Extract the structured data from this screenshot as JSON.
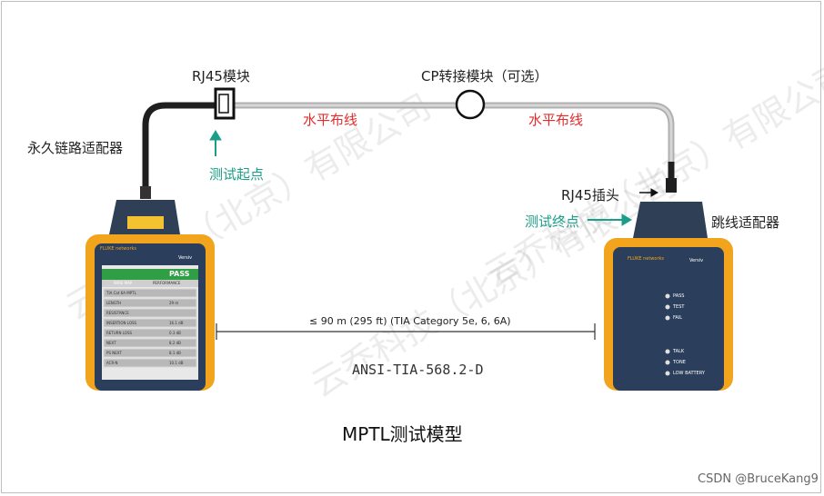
{
  "labels": {
    "rj45_module": "RJ45模块",
    "cp_module": "CP转接模块（可选）",
    "permanent_link_adapter": "永久链路适配器",
    "horizontal_left": "水平布线",
    "horizontal_right": "水平布线",
    "test_start": "测试起点",
    "rj45_plug": "RJ45插头",
    "test_end": "测试终点",
    "patch_adapter": "跳线适配器",
    "distance": "≤ 90 m (295 ft) (TIA Category 5e, 6, 6A)",
    "standard": "ANSI-TIA-568.2-D",
    "caption": "MPTL测试模型",
    "credit": "CSDN @BruceKang9"
  },
  "watermark": "云乔科技（北京）有限公司",
  "left_device": {
    "status": "PASS",
    "tabs": [
      "WIRE MAP",
      "PERFORMANCE"
    ],
    "rows": [
      "TIA Cat 6A MPTL",
      "LENGTH",
      "RESISTANCE",
      "INSERTION LOSS",
      "RETURN LOSS",
      "NEXT",
      "PS NEXT",
      "ACR-N"
    ],
    "values": [
      "",
      "29 m",
      "",
      "16.1 dB",
      "0.3 dB",
      "8.2 dB",
      "8.1 dB",
      "10.1 dB"
    ],
    "brand": "FLUKE networks",
    "model": "Versiv"
  },
  "right_device": {
    "brand": "FLUKE networks",
    "model": "Versiv",
    "leds": [
      "PASS",
      "TEST",
      "FAIL",
      "TALK",
      "TONE",
      "LOW BATTERY"
    ]
  },
  "colors": {
    "red_text": "#e32b2b",
    "teal_text": "#1b9e88",
    "device_body": "#f2a51c",
    "device_face": "#2b3f5c",
    "pass_bar": "#2f9e44"
  }
}
